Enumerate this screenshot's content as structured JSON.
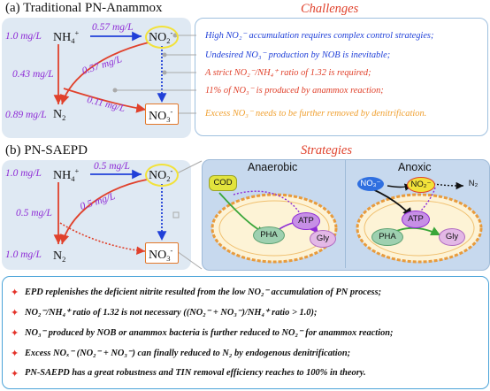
{
  "section_a": {
    "label": "(a) Traditional PN-Anammox",
    "challenges_heading": "Challenges",
    "nodes": {
      "nh4_base": "NH",
      "nh4_sup": "4",
      "nh4_sign": "+",
      "no2_base": "NO",
      "no2_sub": "2",
      "no2_sign": "-",
      "n2_base": "N",
      "n2_sub": "2",
      "no3_base": "NO",
      "no3_sub": "3",
      "no3_sign": "-"
    },
    "rates": {
      "nh4_in": "1.0 mg/L",
      "to_no2": "0.57 mg/L",
      "nh4_left": "0.43 mg/L",
      "no2_to_n2": "0.57 mg/L",
      "n2": "0.89 mg/L",
      "no3": "0.11 mg/L"
    },
    "challenges": [
      "High NO₂⁻ accumulation requires  complex control strategies;",
      "Undesired NO₃⁻ production by NOB is inevitable;",
      "A strict NO₂⁻/NH₄⁺ ratio of 1.32 is required;",
      "11% of NO₃⁻ is produced by anammox reaction;",
      "Excess NO₃⁻ needs to be further removed by denitrification."
    ],
    "challenge_colors": [
      "#2040d8",
      "#2040d8",
      "#e0412b",
      "#e0412b",
      "#f0a030"
    ]
  },
  "section_b": {
    "label": "(b) PN-SAEPD",
    "strategies_heading": "Strategies",
    "rates": {
      "nh4_in": "1.0 mg/L",
      "to_no2": "0.5 mg/L",
      "nh4_left": "0.5 mg/L",
      "no2_to_n2": "0.5 mg/L",
      "n2": "1.0 mg/L"
    },
    "anaerobic": {
      "title": "Anaerobic",
      "cod": "COD",
      "pha": "PHA",
      "atp": "ATP",
      "gly": "Gly"
    },
    "anoxic": {
      "title": "Anoxic",
      "no3": "NO₃⁻",
      "no2": "NO₂⁻",
      "n2": "N₂",
      "pha": "PHA",
      "atp": "ATP",
      "gly": "Gly"
    }
  },
  "conclusions": [
    "EPD replenishes the deficient nitrite resulted from the low NO₂⁻ accumulation of PN process;",
    "NO₂⁻/NH₄⁺ ratio of 1.32 is not necessary ((NO₂⁻ + NO₃⁻)/NH₄⁺ ratio > 1.0);",
    "NO₃⁻ produced by NOB or anammox bacteria is further reduced to NO₂⁻ for anammox reaction;",
    "Excess NOₓ⁻ (NO₂⁻ + NO₃⁻) can finally reduced to N₂ by endogenous denitrification;",
    "PN-SAEPD has a great robustness and TIN removal efficiency reaches to 100% in theory."
  ],
  "colors": {
    "panel_bg": "#dfe9f3",
    "accent_blue": "#2040d8",
    "accent_red": "#e0412b",
    "rate_purple": "#8e2bd6",
    "no2_ring": "#f2e23a",
    "no3_box": "#e3782a",
    "cell_bg": "#c7d9ee"
  }
}
